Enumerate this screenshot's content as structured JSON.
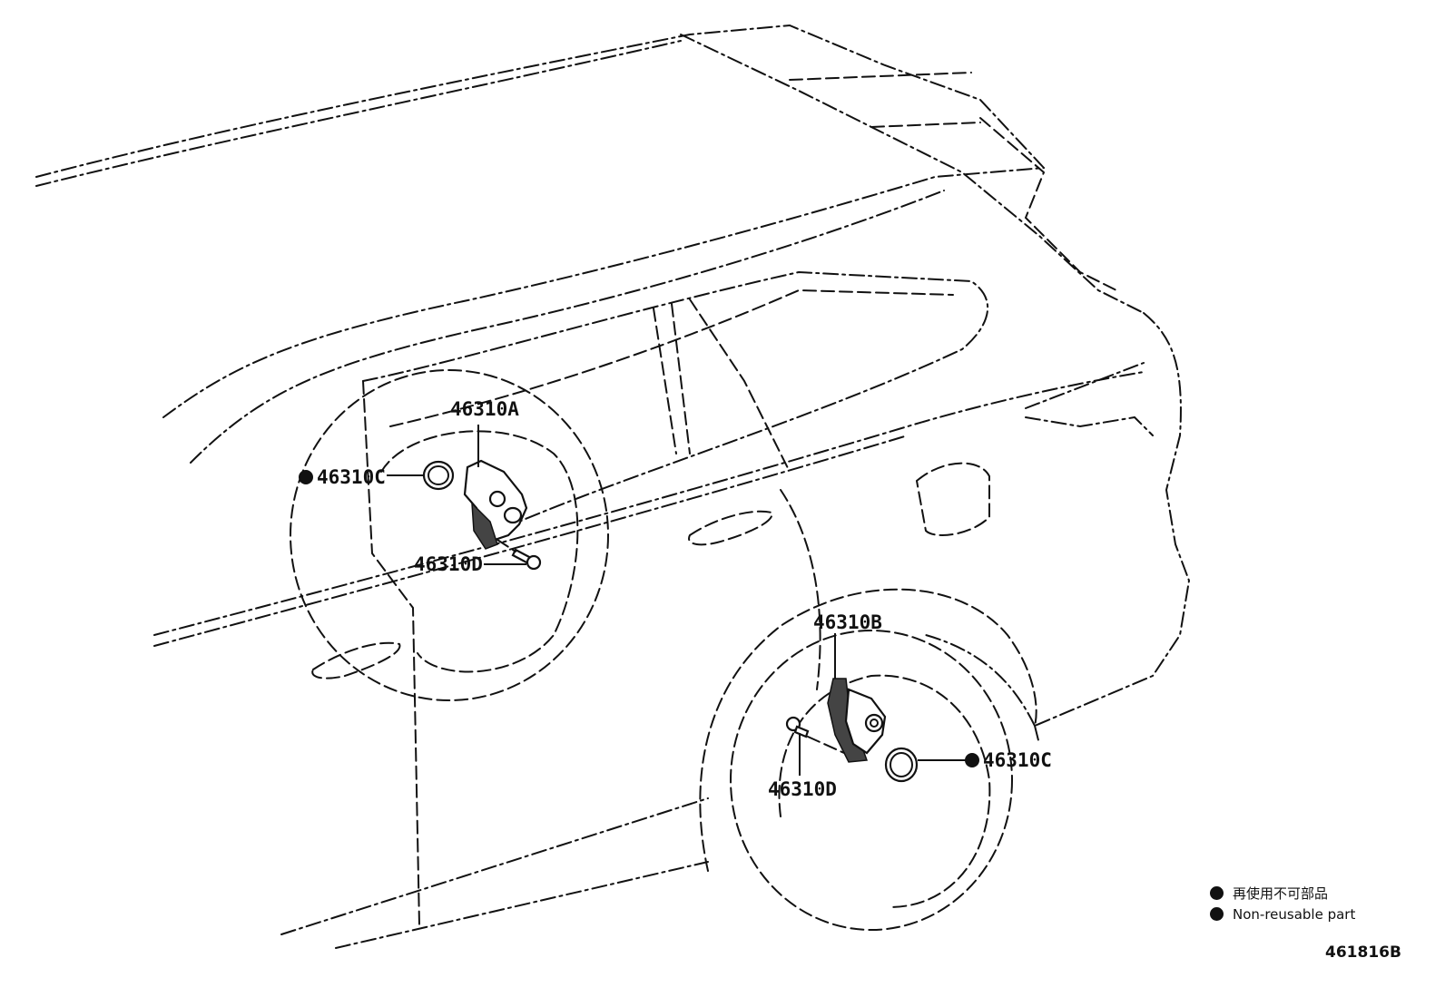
{
  "callouts": {
    "sensor_front": "46310A",
    "sensor_rear": "46310B",
    "ring_front": "46310C",
    "ring_rear": "46310C",
    "bolt_front": "46310D",
    "bolt_rear": "46310D"
  },
  "legend": {
    "japanese": "再使用不可部品",
    "english": "Non-reusable part"
  },
  "figure_code": "461816B",
  "colors": {
    "line": "#111111",
    "background": "#ffffff"
  }
}
